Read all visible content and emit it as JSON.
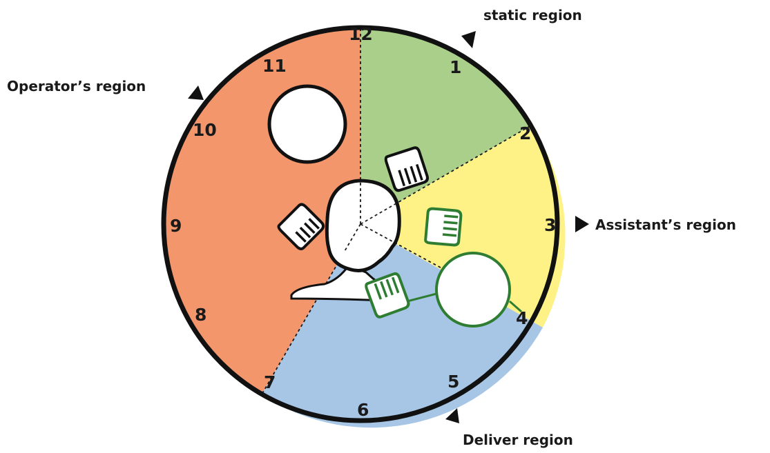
{
  "regions": {
    "operator": {
      "label": "Operator’s region",
      "color": "#f3966b"
    },
    "static": {
      "label": "static region",
      "color": "#a9cf8b"
    },
    "assistant": {
      "label": "Assistant’s region",
      "color": "#fef287"
    },
    "deliver": {
      "label": "Deliver region",
      "color": "#a7c6e6"
    }
  },
  "clock_numbers": [
    "12",
    "1",
    "2",
    "3",
    "4",
    "5",
    "6",
    "7",
    "8",
    "9",
    "10",
    "11"
  ],
  "colors": {
    "outline": "#111111",
    "assistant_hand": "#2f7d32",
    "operator_hand": "#1a1a1a"
  },
  "icons": {
    "operator_head": "person-head-icon",
    "operator_hands": "hand-icon",
    "assistant_hands": "hand-icon",
    "instrument_tables": "circle-table-icon"
  }
}
